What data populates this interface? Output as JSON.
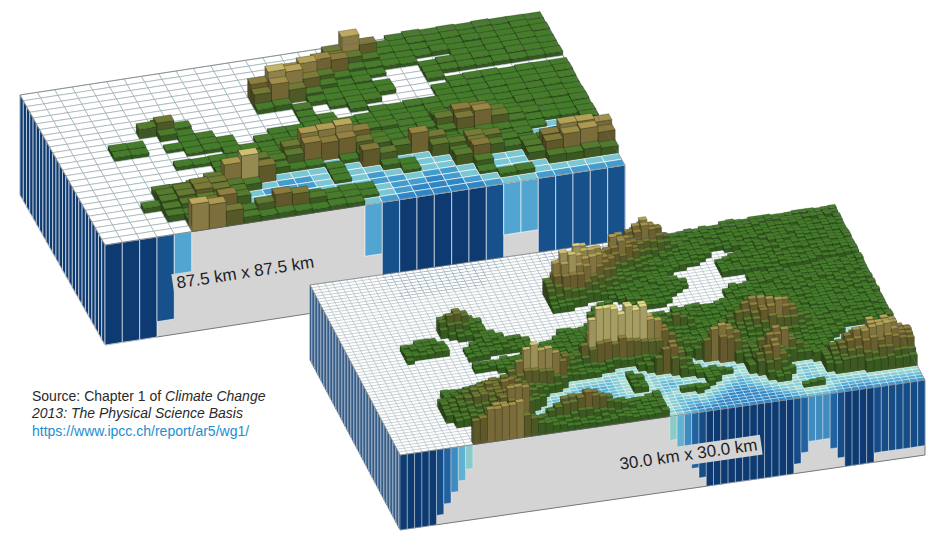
{
  "diagram": {
    "labels": [
      "87.5 km x 87.5 km",
      "30.0 km x 30.0 km",
      "Source: Chapter 1 of",
      "Climate Change 2013: The Physical Science Basis",
      "https://www.ipcc.ch/report/ar5/wg1/"
    ]
  }
}
